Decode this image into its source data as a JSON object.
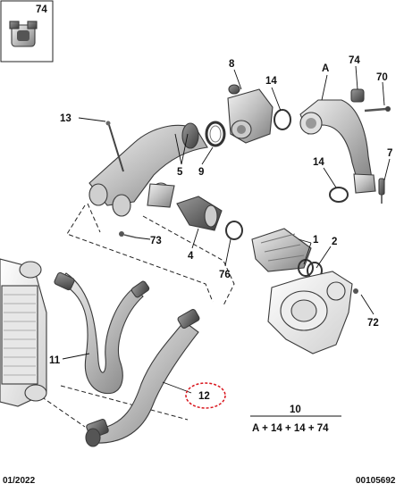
{
  "inset": {
    "callout": "74"
  },
  "callouts": [
    {
      "id": "8",
      "label": "8"
    },
    {
      "id": "A",
      "label": "A"
    },
    {
      "id": "74",
      "label": "74"
    },
    {
      "id": "14-top",
      "label": "14"
    },
    {
      "id": "70",
      "label": "70"
    },
    {
      "id": "13",
      "label": "13"
    },
    {
      "id": "5",
      "label": "5"
    },
    {
      "id": "9",
      "label": "9"
    },
    {
      "id": "14-mid",
      "label": "14"
    },
    {
      "id": "7",
      "label": "7"
    },
    {
      "id": "73",
      "label": "73"
    },
    {
      "id": "4",
      "label": "4"
    },
    {
      "id": "1",
      "label": "1"
    },
    {
      "id": "2",
      "label": "2"
    },
    {
      "id": "76",
      "label": "76"
    },
    {
      "id": "72",
      "label": "72"
    },
    {
      "id": "11",
      "label": "11"
    },
    {
      "id": "12",
      "label": "12"
    },
    {
      "id": "10",
      "label": "10"
    }
  ],
  "kit_formula": "A + 14 + 14 + 74",
  "footer": {
    "date": "01/2022",
    "reference": "00105692"
  },
  "highlight": {
    "callout": "12",
    "color": "#d9141c"
  }
}
